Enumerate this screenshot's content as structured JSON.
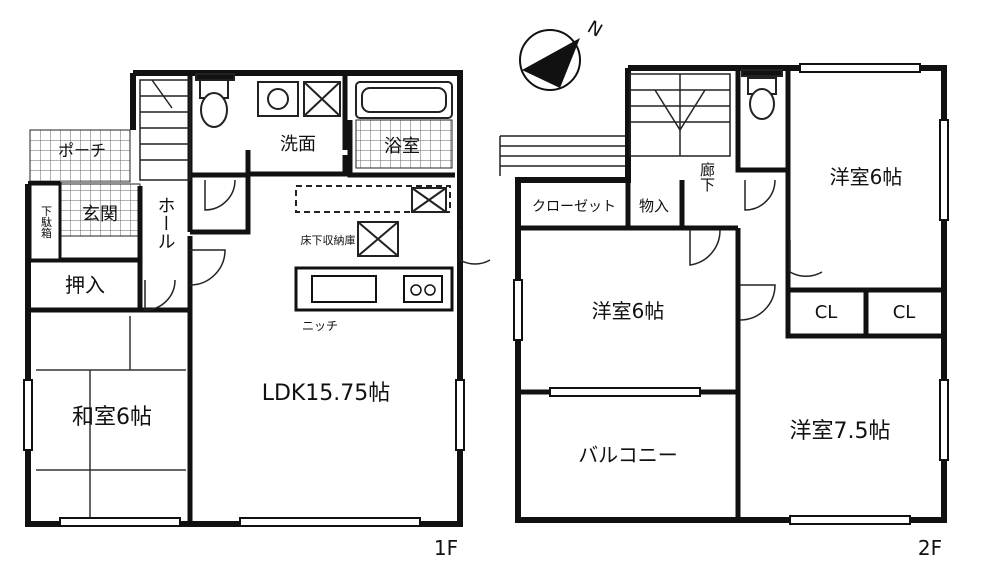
{
  "compass": {
    "label": "N"
  },
  "floor1": {
    "floor_label": "1F",
    "rooms": {
      "porch": "ポーチ",
      "entrance": "玄関",
      "shoe_box": "下駄箱",
      "hall": "ホール",
      "closet": "押入",
      "washroom": "洗面",
      "bathroom": "浴室",
      "underfloor_storage": "床下収納庫",
      "niche": "ニッチ",
      "ldk": "LDK15.75帖",
      "japanese_room": "和室6帖"
    }
  },
  "floor2": {
    "floor_label": "2F",
    "rooms": {
      "closet": "クローゼット",
      "storage": "物入",
      "corridor": "廊下",
      "western_room_ne": "洋室6帖",
      "western_room_center": "洋室6帖",
      "cl_left": "CL",
      "cl_right": "CL",
      "balcony": "バルコニー",
      "western_room_se": "洋室7.5帖"
    }
  }
}
